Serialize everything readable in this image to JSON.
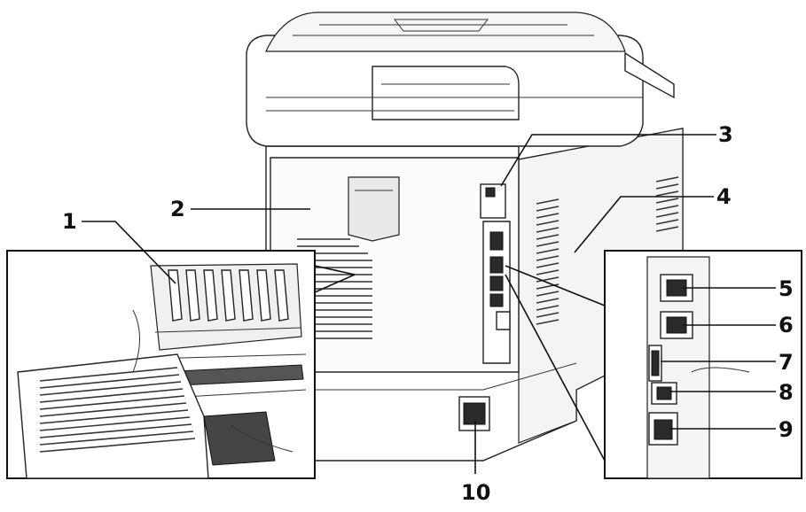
{
  "diagram": {
    "callouts": [
      {
        "number": "1"
      },
      {
        "number": "2"
      },
      {
        "number": "3"
      },
      {
        "number": "4"
      },
      {
        "number": "5"
      },
      {
        "number": "6"
      },
      {
        "number": "7"
      },
      {
        "number": "8"
      },
      {
        "number": "9"
      },
      {
        "number": "10"
      }
    ]
  }
}
